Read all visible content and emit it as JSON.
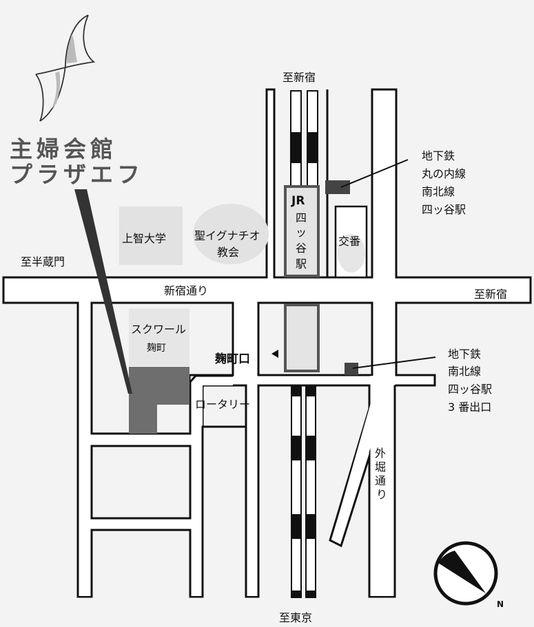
{
  "logo": {
    "line1": "主婦会館",
    "line2": "プラザエフ"
  },
  "directions": {
    "north_top": "至新宿",
    "west": "至半蔵門",
    "east": "至新宿",
    "south": "至東京"
  },
  "roads": {
    "shinjuku_dori": "新宿通り",
    "sotobori_dori": [
      "外",
      "堀",
      "通",
      "り"
    ],
    "rotary": "ロータリー"
  },
  "landmarks": {
    "sophia_univ": "上智大学",
    "ignatius_church": [
      "聖イグナチオ",
      "教会"
    ],
    "square_kojimachi": [
      "スクワール",
      "麹町"
    ],
    "koban": "交番",
    "jr_station": [
      "JR",
      "四",
      "ッ",
      "谷",
      "駅"
    ],
    "kojimachi_exit": "麹町口"
  },
  "subway_marunouchi": [
    "地下鉄",
    "丸の内線",
    "南北線",
    "四ッ谷駅"
  ],
  "subway_namboku_exit3": [
    "地下鉄",
    "南北線",
    "四ッ谷駅",
    "3 番出口"
  ],
  "compass": {
    "north_label": "N"
  },
  "colors": {
    "building_dark": "#6e6e6e",
    "area_gray": "#e2e2e2",
    "line": "#111111"
  }
}
